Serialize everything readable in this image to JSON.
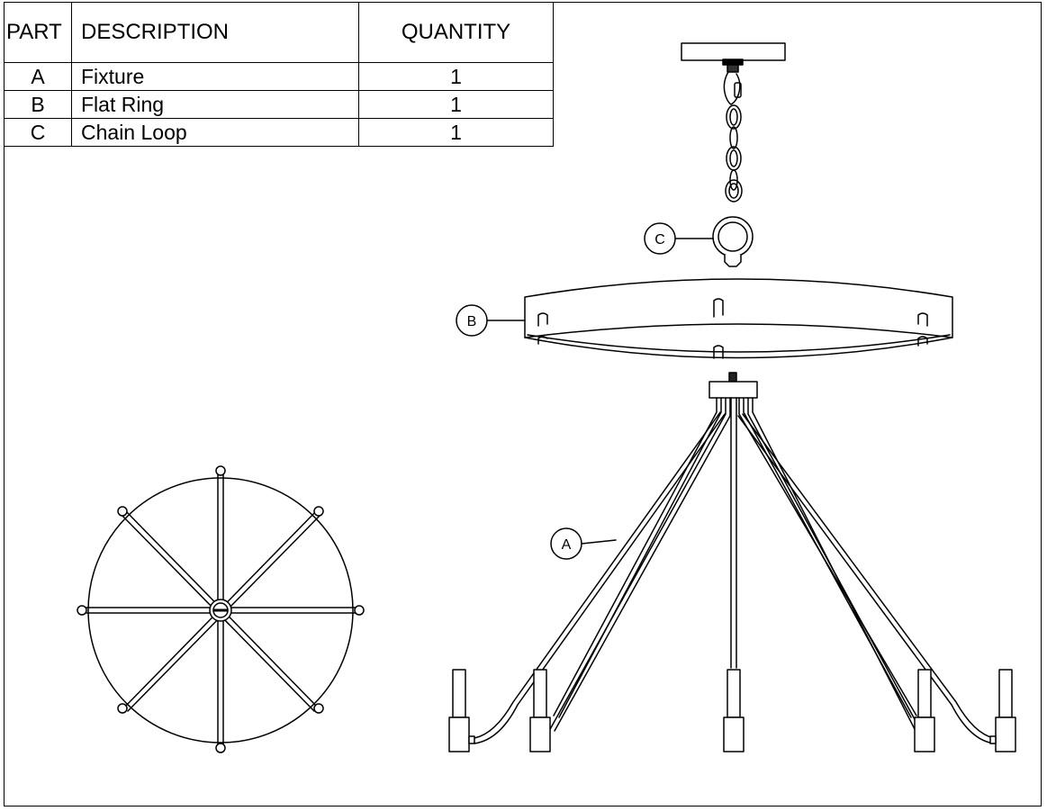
{
  "table": {
    "headers": {
      "part": "PART",
      "description": "DESCRIPTION",
      "quantity": "QUANTITY"
    },
    "rows": [
      {
        "part": "A",
        "description": "Fixture",
        "quantity": "1"
      },
      {
        "part": "B",
        "description": "Flat Ring",
        "quantity": "1"
      },
      {
        "part": "C",
        "description": "Chain Loop",
        "quantity": "1"
      }
    ]
  },
  "callouts": {
    "a": "A",
    "b": "B",
    "c": "C"
  },
  "colors": {
    "line": "#000000",
    "background": "#ffffff"
  }
}
